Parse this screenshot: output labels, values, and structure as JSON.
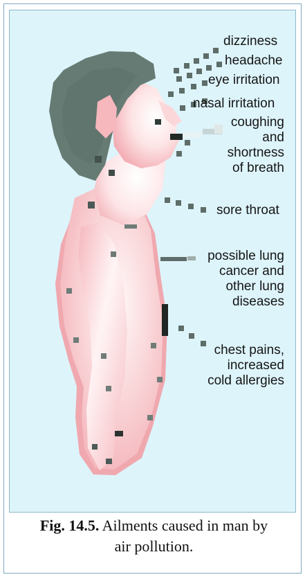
{
  "diagram": {
    "labels": {
      "dizziness": "dizziness",
      "headache": "headache",
      "eye_irritation": "eye irritation",
      "nasal_irritation": "nasal irritation",
      "coughing": "coughing\nand\nshortness\nof breath",
      "sore_throat": "sore throat",
      "lung": "possible lung\ncancer and\nother lung\ndiseases",
      "chest": "chest pains,\nincreased\ncold allergies"
    }
  },
  "caption": {
    "number": "Fig. 14.5.",
    "line1_text": "Ailments caused in man by",
    "line2_text": "air pollution."
  },
  "colors": {
    "panel_background": "#ddf4fa",
    "border": "#7fa9be",
    "skin": "#f7c8cc",
    "hair": "#667b73",
    "text": "#151515"
  }
}
